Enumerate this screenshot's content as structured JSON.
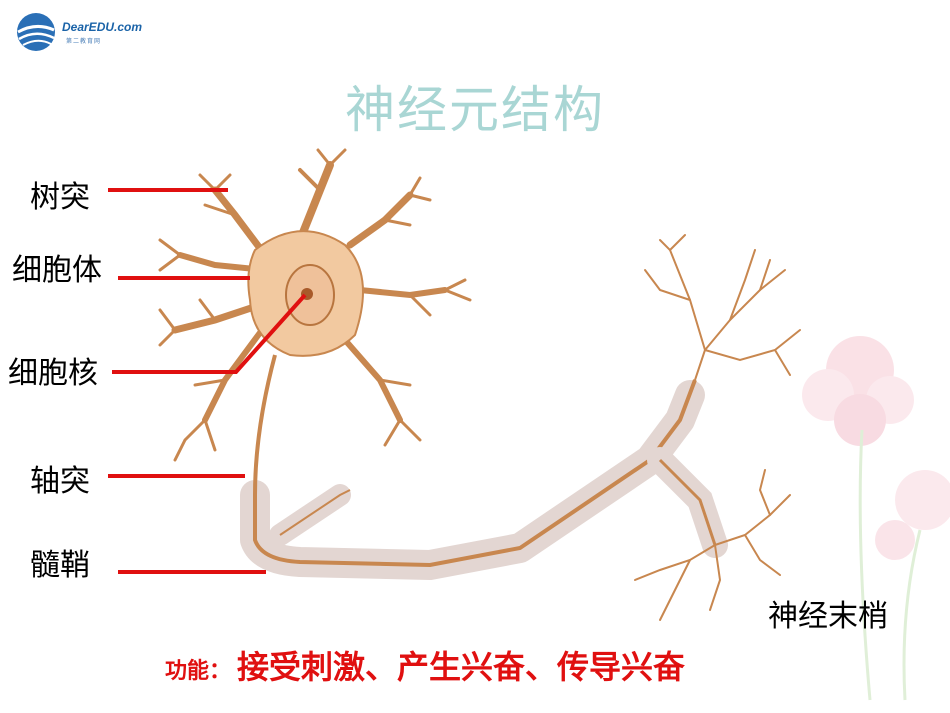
{
  "logo": {
    "brand": "DearEDU.com",
    "subtitle": "第二教育网"
  },
  "title": "神经元结构",
  "labels": {
    "dendrite": "树突",
    "cell_body": "细胞体",
    "nucleus": "细胞核",
    "axon": "轴突",
    "myelin_sheath": "髓鞘",
    "nerve_ending": "神经末梢"
  },
  "function": {
    "prefix": "功能：",
    "text": "接受刺激、产生兴奋、传导兴奋"
  },
  "colors": {
    "title": "#a9d6d4",
    "pointer_line": "#e01010",
    "function_text": "#e01010",
    "neuron_fill": "#f2c9a0",
    "neuron_stroke": "#c8874f",
    "myelin_fill": "#e3d6d2"
  }
}
